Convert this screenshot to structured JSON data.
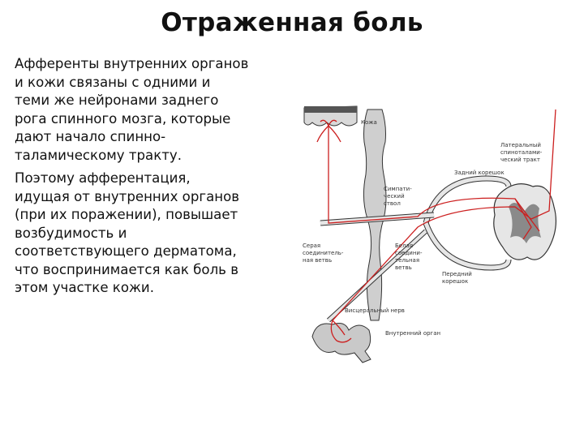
{
  "slide": {
    "title": "Отраженная боль",
    "paragraphs": [
      "Афференты внутренних органов\nи кожи связаны с одними и\nтеми же нейронами заднего\nрога спинного мозга, которые\nдают начало спинно-\nталамическому тракту.",
      "Поэтому афферентация,\nидущая от внутренних органов\n(при их поражении), повышает\nвозбудимость и\nсоответствующего дерматома,\nчто воспринимается как боль в\nэтом участке кожи."
    ]
  },
  "diagram": {
    "labels": {
      "skin": "Кожа",
      "lateral_tract_1": "Латеральный",
      "lateral_tract_2": "спиноталами-",
      "lateral_tract_3": "ческий тракт",
      "dorsal_root": "Задний корешок",
      "sympathetic_1": "Симпати-",
      "sympathetic_2": "ческий",
      "sympathetic_3": "ствол",
      "gray_ramus_1": "Серая",
      "gray_ramus_2": "соединитель-",
      "gray_ramus_3": "ная ветвь",
      "white_ramus_1": "Белая",
      "white_ramus_2": "соедини-",
      "white_ramus_3": "тельная",
      "white_ramus_4": "ветвь",
      "ventral_root_1": "Передний",
      "ventral_root_2": "корешок",
      "visceral_nerve": "Висцеральный нерв",
      "internal_organ": "Внутренний орган"
    },
    "colors": {
      "nerve": "#cc1f1f",
      "tissue": "#bdbdbd",
      "outline": "#333333",
      "gray_matter": "#8a8a8a"
    }
  }
}
